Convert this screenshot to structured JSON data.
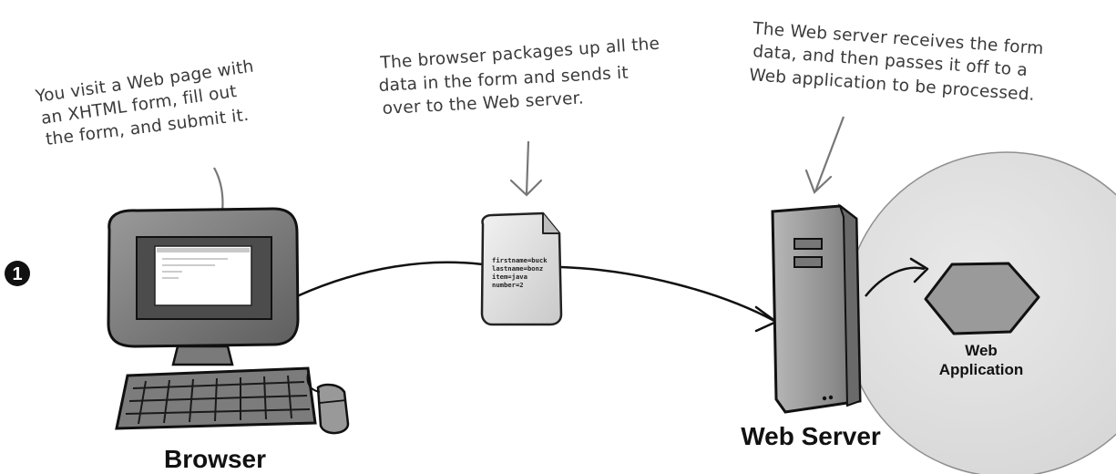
{
  "step": {
    "number": "1"
  },
  "annotations": {
    "browser_note": [
      "You visit a Web page with",
      "an XHTML form, fill out",
      "the form, and submit it."
    ],
    "packet_note": [
      "The browser packages up all the",
      "data in the form and sends it",
      "over to the Web server."
    ],
    "server_note": [
      "The Web server receives the form",
      "data, and then passes it off to a",
      "Web application to be processed."
    ]
  },
  "form_data": [
    "firstname=buck",
    "lastname=bonz",
    "item=java",
    "number=2"
  ],
  "labels": {
    "browser": "Browser",
    "web_server": "Web Server",
    "web_application": [
      "Web",
      "Application"
    ]
  }
}
